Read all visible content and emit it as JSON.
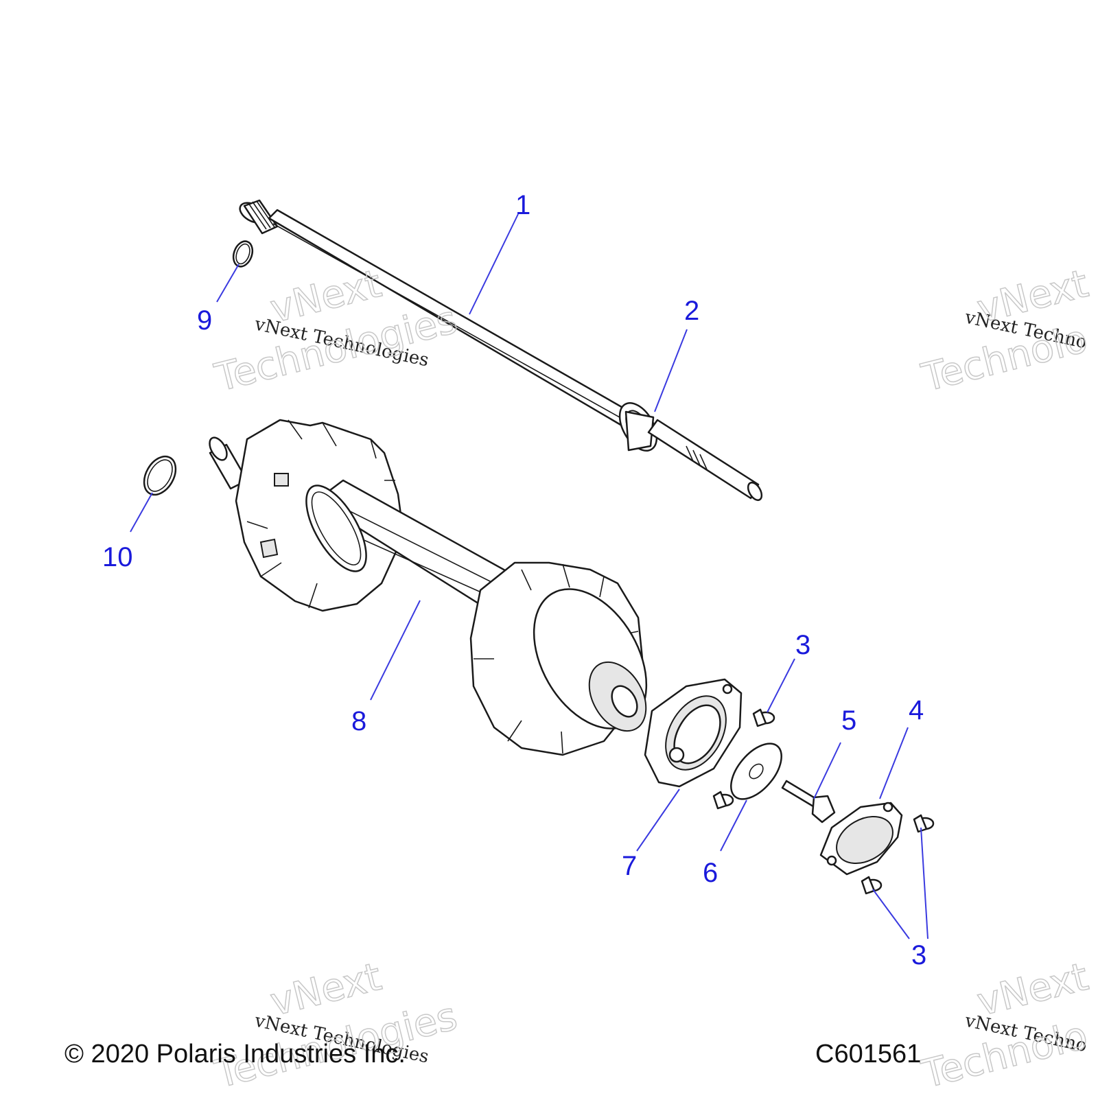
{
  "callouts": [
    {
      "id": "c1",
      "label": "1"
    },
    {
      "id": "c2",
      "label": "2"
    },
    {
      "id": "c3a",
      "label": "3"
    },
    {
      "id": "c3b",
      "label": "3"
    },
    {
      "id": "c4",
      "label": "4"
    },
    {
      "id": "c5",
      "label": "5"
    },
    {
      "id": "c6",
      "label": "6"
    },
    {
      "id": "c7",
      "label": "7"
    },
    {
      "id": "c8",
      "label": "8"
    },
    {
      "id": "c9",
      "label": "9"
    },
    {
      "id": "c10",
      "label": "10"
    }
  ],
  "watermark": {
    "small": "vNext Technologies",
    "big_line1": "vNext",
    "big_line2": "Technologies",
    "small_cut": "vNext Techno",
    "big_cut_line1": "vNext",
    "big_cut_line2": "Technolo"
  },
  "footer": {
    "copyright": "© 2020 Polaris Industries Inc.",
    "code": "C601561"
  },
  "colors": {
    "callout": "#1a1adb",
    "leader": "#3a3ae0",
    "line_art": "#1a1a1a"
  }
}
